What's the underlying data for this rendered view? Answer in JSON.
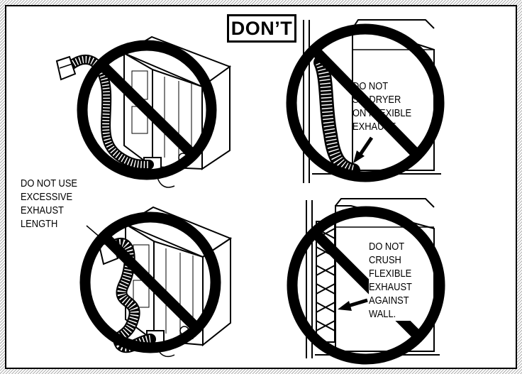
{
  "title": "DON’T",
  "panels": [
    {
      "name": "top-left",
      "note_lines": []
    },
    {
      "name": "top-right",
      "note_lines": [
        "DO NOT",
        "SIT DRYER",
        "ON FLEXIBLE",
        "EXHAUST."
      ]
    },
    {
      "name": "bottom-left",
      "note_lines": [
        "DO NOT USE",
        "EXCESSIVE",
        "EXHAUST",
        "LENGTH"
      ]
    },
    {
      "name": "bottom-right",
      "note_lines": [
        "DO NOT",
        "CRUSH",
        "FLEXIBLE",
        "EXHAUST",
        "AGAINST",
        "WALL."
      ]
    }
  ],
  "colors": {
    "frame_hatch": "#9a9a9a",
    "ink": "#000000",
    "paper": "#ffffff"
  }
}
